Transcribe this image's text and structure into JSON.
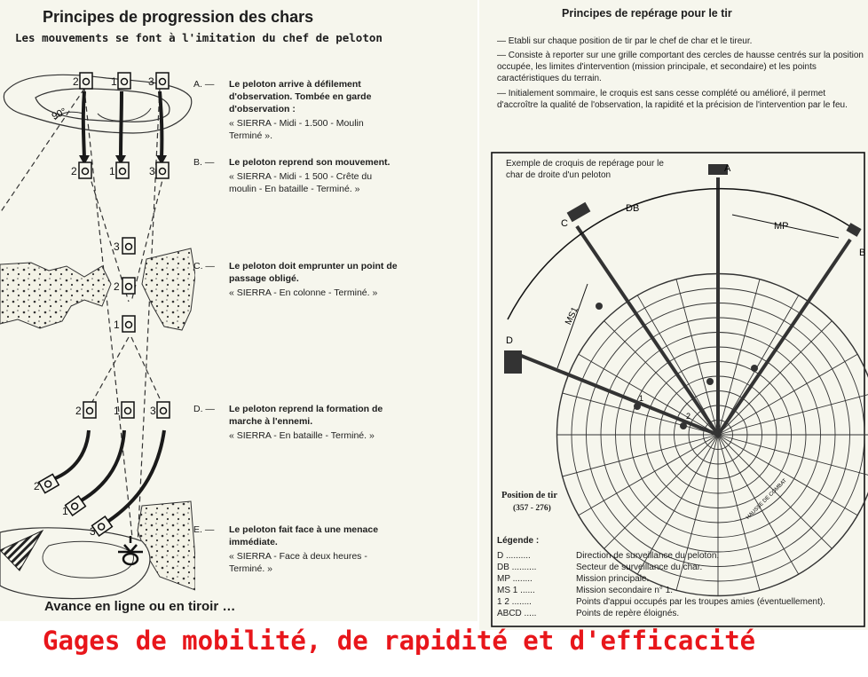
{
  "left": {
    "title": "Principes de progression des chars",
    "subtitle": "Les mouvements se font à l'imitation du chef de peloton",
    "steps": [
      {
        "letter": "A. —",
        "head": "Le peloton arrive à défilement d'observation. Tombée en garde d'observation :",
        "order": "« SIERRA - Midi - 1.500 - Moulin Terminé »."
      },
      {
        "letter": "B. —",
        "head": "Le peloton reprend son mouvement.",
        "order": "« SIERRA - Midi - 1 500 - Crête du moulin - En bataille - Terminé. »"
      },
      {
        "letter": "C. —",
        "head": "Le peloton doit emprunter un point de passage obligé.",
        "order": "« SIERRA - En colonne - Terminé. »"
      },
      {
        "letter": "D. —",
        "head": "Le peloton reprend la formation de marche à l'ennemi.",
        "order": "« SIERRA - En bataille - Terminé. »"
      },
      {
        "letter": "E. —",
        "head": "Le peloton fait face à une menace immédiate.",
        "order": "« SIERRA - Face à deux heures - Terminé. »"
      }
    ],
    "angle_label": "90°",
    "tank_numbers": [
      "1",
      "2",
      "3"
    ],
    "caption": "Avance en ligne ou en tiroir …"
  },
  "right": {
    "title": "Principes de repérage pour le tir",
    "bullets": [
      "— Etabli sur chaque position de tir par le chef de char et le tireur.",
      "— Consiste à reporter sur une grille comportant des cercles de hausse centrés sur la position occupée, les limites d'intervention (mission principale, et secondaire) et les points caractéristiques du terrain.",
      "— Initialement sommaire, le croquis est sans cesse complété ou amélioré, il permet d'accroître la qualité de l'observation, la rapidité et la précision de l'intervention par le feu."
    ],
    "sketch_caption": "Exemple de croquis de repérage pour le char de droite d'un peloton",
    "sketch_labels": {
      "a": "A",
      "b": "B",
      "c": "C",
      "d": "D",
      "db": "DB",
      "mp": "MP",
      "ms1": "MS1",
      "hausse": "HAUSSE DE COMBAT",
      "p1": "1",
      "p2": "2"
    },
    "position_label": "Position de tir",
    "position_value": "(357 - 276)",
    "legend_title": "Légende :",
    "legend": [
      {
        "key": "D ..........",
        "value": "Direction de surveillance du peloton."
      },
      {
        "key": "DB ..........",
        "value": "Secteur de surveillance du char."
      },
      {
        "key": "MP ........",
        "value": "Mission principale."
      },
      {
        "key": "MS 1 ......",
        "value": "Mission secondaire n° 1."
      },
      {
        "key": "1 2 ........",
        "value": "Points d'appui occupés par les troupes amies (éventuellement)."
      },
      {
        "key": "ABCD .....",
        "value": "Points de repère éloignés."
      }
    ]
  },
  "footer": {
    "text": "Gages de mobilité, de rapidité et d'efficacité",
    "color": "#e8161b"
  }
}
